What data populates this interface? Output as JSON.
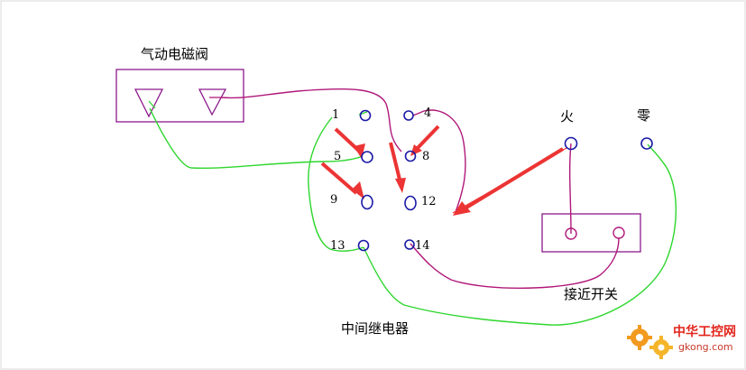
{
  "labels": {
    "valve": "气动电磁阀",
    "live": "火",
    "neutral": "零",
    "proximity_switch": "接近开关",
    "relay": "中间继电器"
  },
  "pins": {
    "p1": "1",
    "p4": "4",
    "p5": "5",
    "p8": "8",
    "p9": "9",
    "p12": "12",
    "p13": "13",
    "p14": "14"
  },
  "watermark": {
    "brand": "中华工控网",
    "url": "gkong.com"
  },
  "colors": {
    "terminal": "#1a1aa6",
    "box": "#8b1a8b",
    "wire_magenta": "#b0187a",
    "wire_green": "#2ed62e",
    "arrow": "#ec3434",
    "watermark_orange": "#f29a1f",
    "watermark_red": "#e2261d"
  }
}
